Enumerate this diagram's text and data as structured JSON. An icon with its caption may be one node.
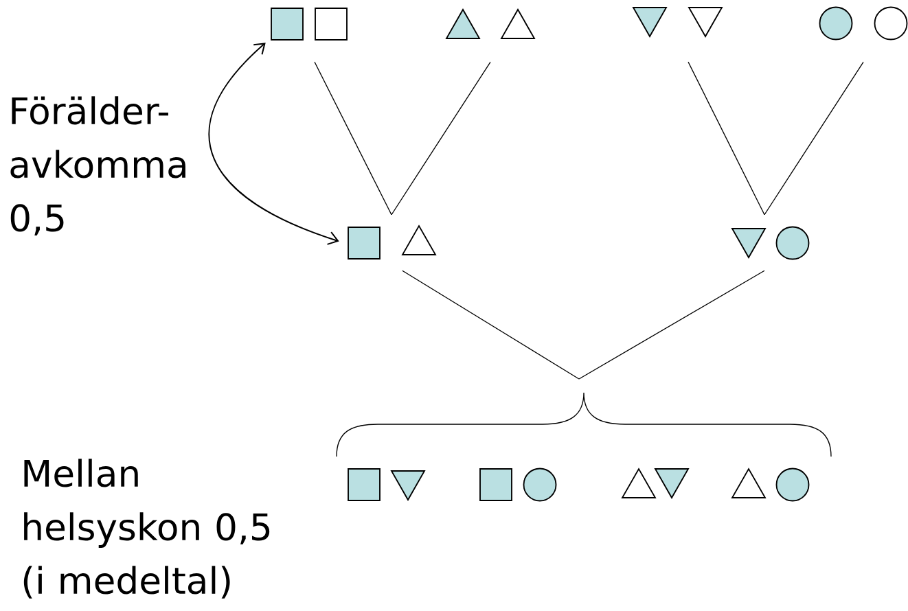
{
  "diagram": {
    "nodes": [
      {
        "text": [],
        "shape": "picture"
      },
      {
        "text": [],
        "shape": "picture"
      },
      {
        "text": [],
        "shape": "picture"
      },
      {
        "text": [],
        "shape": "picture"
      },
      {
        "text": [],
        "shape": "picture"
      },
      {
        "text": [],
        "shape": "picture"
      },
      {
        "text": [],
        "shape": "picture"
      },
      {
        "text": [],
        "shape": "picture"
      },
      {
        "text": [],
        "shape": "picture"
      },
      {
        "text": [],
        "shape": "picture"
      }
    ],
    "edges": [
      {
        "from": 0,
        "to": 4,
        "arrow": "both"
      },
      {
        "from": 0,
        "to": 4,
        "arrow": "none"
      },
      {
        "from": 1,
        "to": 4,
        "arrow": "none"
      },
      {
        "from": 2,
        "to": 5,
        "arrow": "none"
      },
      {
        "from": 3,
        "to": 5,
        "arrow": "none"
      },
      {
        "from": 4,
        "to": null,
        "arrow": "none"
      },
      {
        "from": 5,
        "to": null,
        "arrow": "none"
      }
    ],
    "labels": [
      "Förälder- avkomma 0,5",
      "Mellan helsyskon 0,5 (i medeltal)"
    ]
  }
}
